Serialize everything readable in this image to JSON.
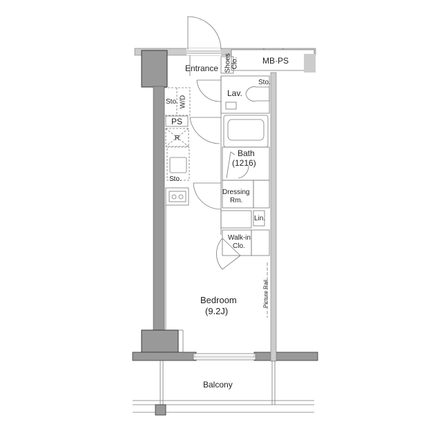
{
  "plan": {
    "rooms": {
      "entrance": "Entrance",
      "shoes_clo_1": "Shoes",
      "shoes_clo_2": "Clo.",
      "mb_ps": "MB·PS",
      "lav": "Lav.",
      "sto_lav": "Sto.",
      "sto_wd": "Sto.",
      "wd": "W/D",
      "ps": "PS",
      "fridge": "R",
      "sto_kitchen": "Sto.",
      "bath": "Bath",
      "bath_size": "(1216)",
      "dressing_1": "Dressing",
      "dressing_2": "Rm.",
      "lin": "Lin.",
      "walkin_1": "Walk-in",
      "walkin_2": "Clo.",
      "picture_rail": "Picture Rail",
      "bedroom": "Bedroom",
      "bedroom_size": "(9.2J)",
      "balcony": "Balcony"
    },
    "colors": {
      "wall_dark": "#999999",
      "wall_light": "#cccccc",
      "line": "#555555"
    }
  }
}
